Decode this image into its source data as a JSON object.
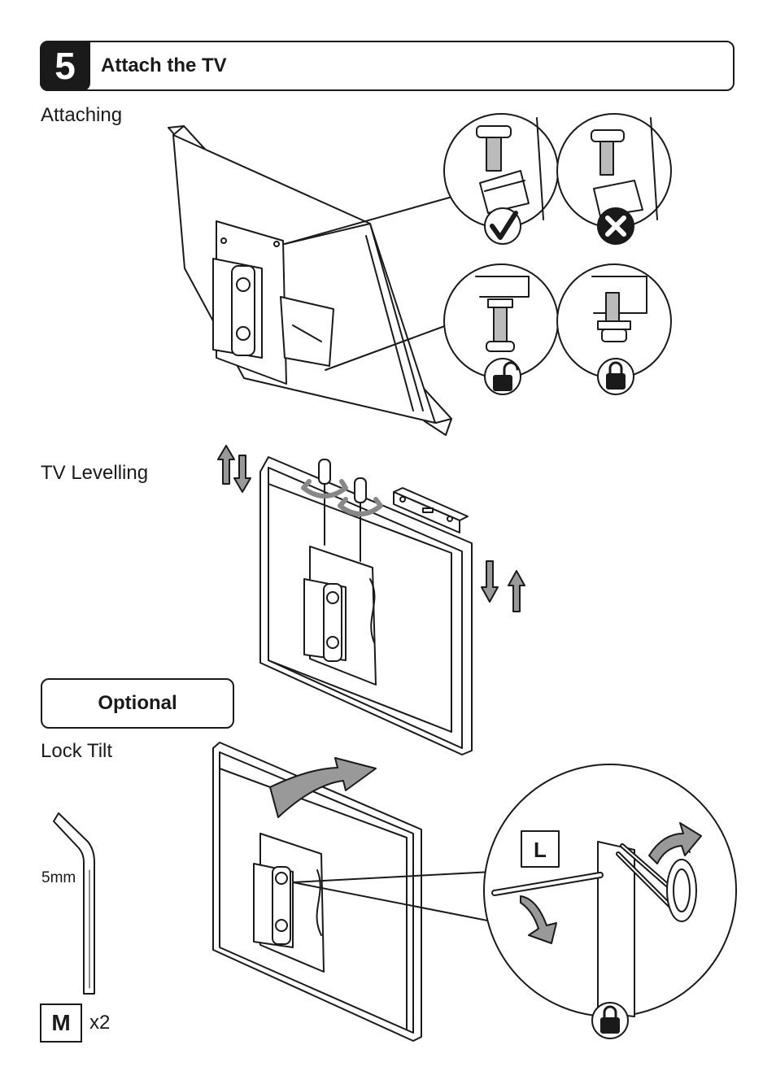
{
  "step": {
    "number": "5",
    "title": "Attach the TV"
  },
  "sections": {
    "attaching": "Attaching",
    "levelling": "TV Levelling",
    "lock_tilt": "Lock Tilt"
  },
  "optional_label": "Optional",
  "tool": {
    "size_label": "5mm",
    "icon": "allen-key-icon"
  },
  "part": {
    "code": "M",
    "quantity": "x2"
  },
  "callout_badge": "L",
  "icons": [
    "check-icon",
    "cross-icon",
    "unlocked-padlock-icon",
    "locked-padlock-icon",
    "up-down-arrow-icon",
    "rotate-arrow-icon",
    "spirit-level-icon"
  ]
}
